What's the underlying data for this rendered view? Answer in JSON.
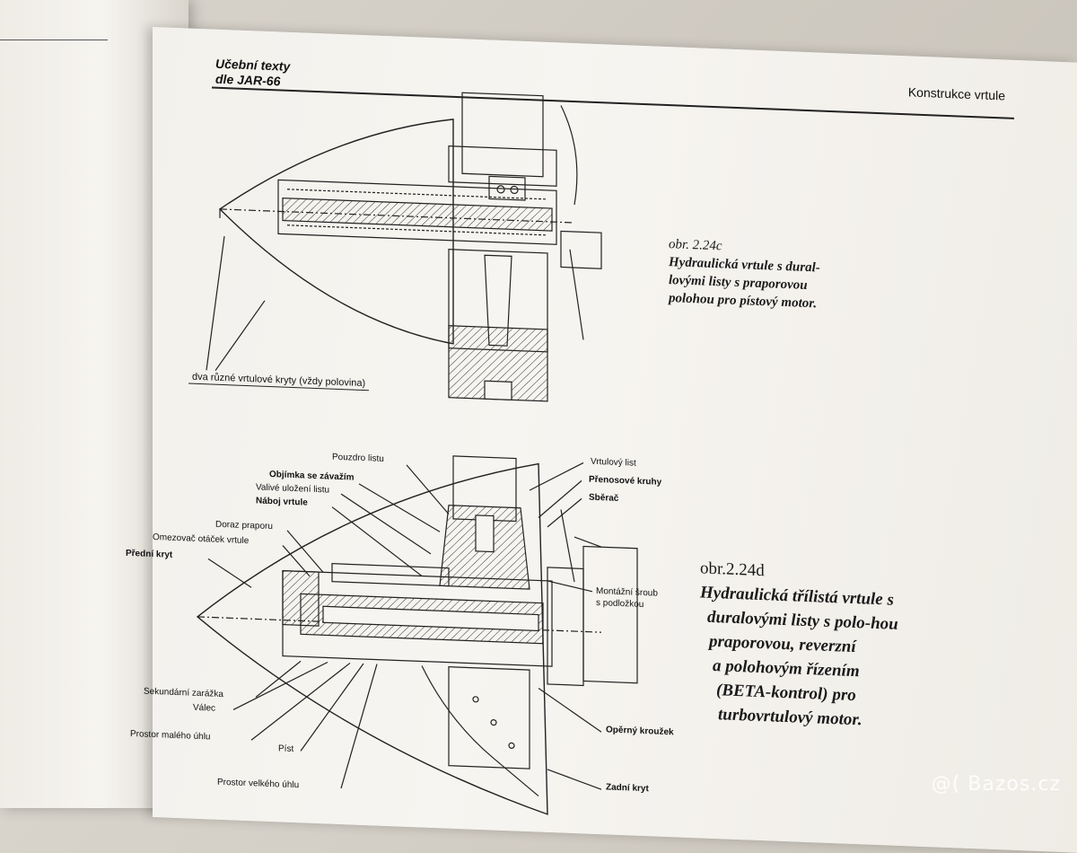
{
  "header": {
    "left_line1": "Učební texty",
    "left_line2": "dle JAR-66",
    "right": "Konstrukce vrtule"
  },
  "figure_c": {
    "caption_lines": [
      "obr. 2.24c",
      "Hydraulická vrtule s dural-",
      "lovými listy s praporovou",
      "polohou pro pístový motor."
    ],
    "callout": "dva různé vrtulové kryty (vždy polovina)"
  },
  "figure_d": {
    "caption_lines": [
      "obr.2.24d",
      "Hydraulická třílistá vrtule s",
      "duralovými listy s polo-hou",
      "praporovou, reverzní",
      "a polohovým řízením",
      "(BETA-kontrol) pro",
      "turbovrtulový motor."
    ],
    "labels": {
      "pouzdro_listu": "Pouzdro listu",
      "objimka": "Objímka se závažím",
      "valive": "Valivé uložení listu",
      "naboj": "Náboj vrtule",
      "doraz": "Doraz praporu",
      "omezovac": "Omezovač otáček vrtule",
      "predni_kryt": "Přední kryt",
      "vrtulovy_list": "Vrtulový list",
      "prenosove": "Přenosové kruhy",
      "sberac": "Sběrač",
      "montazni1": "Montážní šroub",
      "montazni2": "s podložkou",
      "sekundarni": "Sekundární zarážka",
      "valec": "Válec",
      "prostor_maleho": "Prostor malého úhlu",
      "pist": "Píst",
      "prostor_velkeho": "Prostor velkého úhlu",
      "operny": "Opěrný kroužek",
      "zadni": "Zadní kryt"
    }
  },
  "watermark": "@( Bazos.cz"
}
